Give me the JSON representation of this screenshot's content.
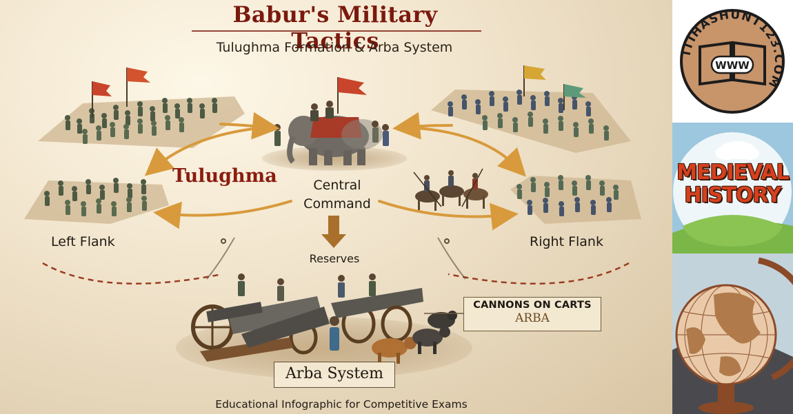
{
  "title": "Babur's Military Tactics",
  "subtitle": "Tulughma Formation & Arba System",
  "labels": {
    "tulughma": "Tulughma",
    "central_command_line1": "Central",
    "central_command_line2": "Command",
    "reserves": "Reserves",
    "left_flank": "Left Flank",
    "right_flank": "Right Flank",
    "cannons_on_carts": "CANNONS ON CARTS",
    "arba": "ARBA",
    "arba_system": "Arba System"
  },
  "footer_note": "Educational Infographic for Competitive Exams",
  "logo": {
    "text": "ITIHASHUNT123.COM",
    "book_text": "WWW",
    "colors": {
      "ring": "#1c1c1c",
      "fill": "#c8946a"
    }
  },
  "thumbnail_history": {
    "line1": "MEDIEVAL",
    "line2": "HISTORY"
  },
  "colors": {
    "title": "#7a1a0e",
    "accent_arrow": "#d89a3c",
    "dashed_arc": "#9a3c20",
    "parchment": "#eee0c6"
  },
  "icons": [
    "book-icon",
    "globe-icon",
    "cloud-icon",
    "elephant-icon",
    "cannon-icon",
    "flag-icon",
    "ox-icon"
  ]
}
